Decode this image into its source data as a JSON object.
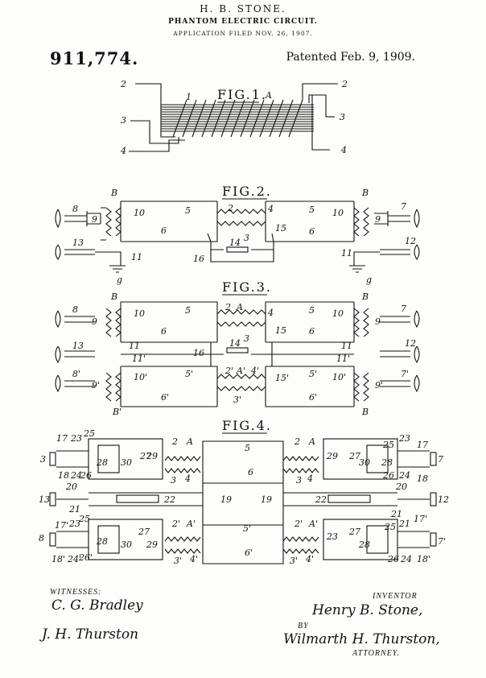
{
  "header": {
    "inventor": "H. B. STONE.",
    "title": "PHANTOM ELECTRIC CIRCUIT.",
    "application": "APPLICATION FILED NOV. 26, 1907.",
    "patent_number": "911,774.",
    "patented": "Patented Feb. 9, 1909."
  },
  "figures": {
    "fig1": "FIG.1.",
    "fig2": "FIG.2.",
    "fig3": "FIG.3.",
    "fig4": "FIG.4."
  },
  "footer": {
    "witnesses_label": "WITNESSES:",
    "witness1": "C. G. Bradley",
    "witness2": "J. H. Thurston",
    "inventor_label": "INVENTOR",
    "inventor_sig": "Henry B. Stone,",
    "by": "BY",
    "attorney_sig": "Wilmarth H. Thurston,",
    "attorney_label": "ATTORNEY."
  },
  "colors": {
    "ink": "#111111",
    "paper": "#fdfdfb"
  }
}
